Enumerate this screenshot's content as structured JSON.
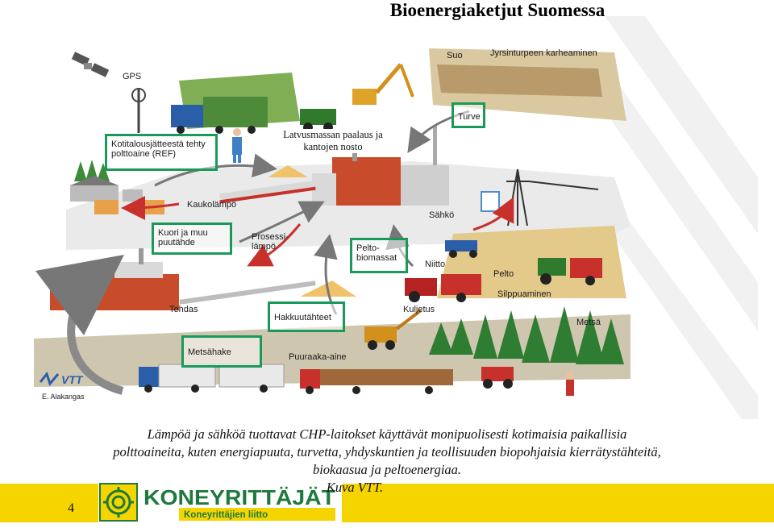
{
  "title": "Bioenergiaketjut Suomessa",
  "labels": {
    "gps": "GPS",
    "suo": "Suo",
    "jyrsin": "Jyrsinturpeen karheaminen",
    "latvus": "Latvusmassan paalaus ja kantojen nosto",
    "turve": "Turve",
    "kotitalous": "Kotitalousjätteestä tehty polttoaine (REF)",
    "kaukolampo": "Kaukolämpö",
    "sahko": "Sähkö",
    "kuori": "Kuori ja muu puutähde",
    "prosessi": "Prosessi-lämpö",
    "pelto_bio": "Pelto-biomassat",
    "niitto": "Niitto",
    "pelto": "Pelto",
    "silppuaminen": "Silppuaminen",
    "tehdas": "Tehdas",
    "kuljetus": "Kuljetus",
    "hakkuu": "Hakkuutähteet",
    "metsa": "Metsä",
    "metsahake": "Metsähake",
    "puuraaka": "Puuraaka-aine",
    "vtt": "VTT",
    "author": "E. Alakangas"
  },
  "caption": {
    "line1": "Lämpöä ja sähköä tuottavat CHP-laitokset käyttävät monipuolisesti kotimaisia paikallisia",
    "line2": "polttoaineita, kuten energiapuuta, turvetta, yhdyskuntien ja teollisuuden biopohjaisia kierrätystähteitä,",
    "line3": "biokaasua ja peltoenergiaa.",
    "line4": "Kuva VTT."
  },
  "footer": {
    "page_number": "4",
    "logo_main": "KONEYRITTÄJÄT",
    "logo_sub": "Koneyrittäjien liitto"
  },
  "colors": {
    "box_border": "#1a9a5a",
    "footer_bar": "#f5d400",
    "logo_green": "#1e7a3c",
    "arrow_red": "#c8302c",
    "arrow_gray": "#777777"
  }
}
